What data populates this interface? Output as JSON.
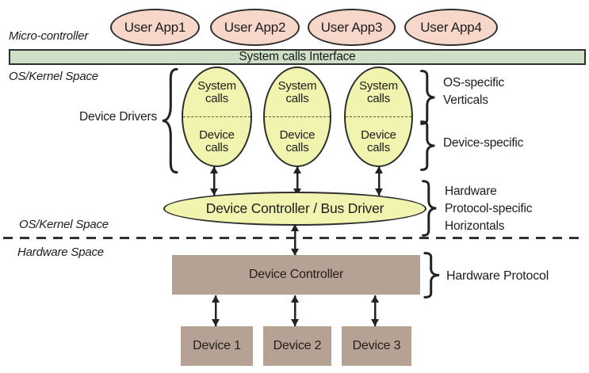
{
  "labels": {
    "micro_controller": "Micro-controller",
    "os_kernel_space_top": "OS/Kernel Space",
    "device_drivers": "Device Drivers",
    "os_kernel_space_bottom": "OS/Kernel Space",
    "hardware_space": "Hardware Space"
  },
  "user_apps": [
    "User App1",
    "User App2",
    "User App3",
    "User App4"
  ],
  "system_calls_interface": "System calls Interface",
  "driver_stacks": [
    {
      "top": "System calls",
      "bottom": "Device calls"
    },
    {
      "top": "System calls",
      "bottom": "Device calls"
    },
    {
      "top": "System calls",
      "bottom": "Device calls"
    }
  ],
  "annotations": {
    "os_specific": [
      "OS-specific",
      "Verticals"
    ],
    "device_specific": "Device-specific",
    "protocol_specific": [
      "Hardware",
      "Protocol-specific",
      "Horizontals"
    ],
    "hardware_protocol": "Hardware Protocol"
  },
  "bus_driver": "Device Controller / Bus Driver",
  "device_controller": "Device Controller",
  "devices": [
    "Device 1",
    "Device 2",
    "Device 3"
  ],
  "colors": {
    "user_app_fill": "#f8d7cb",
    "interface_bar_fill": "#cfe0c6",
    "driver_fill": "#f0f4ae",
    "hardware_fill": "#b5a294",
    "outline": "#2e2e2e",
    "text": "#1c1c1c"
  }
}
